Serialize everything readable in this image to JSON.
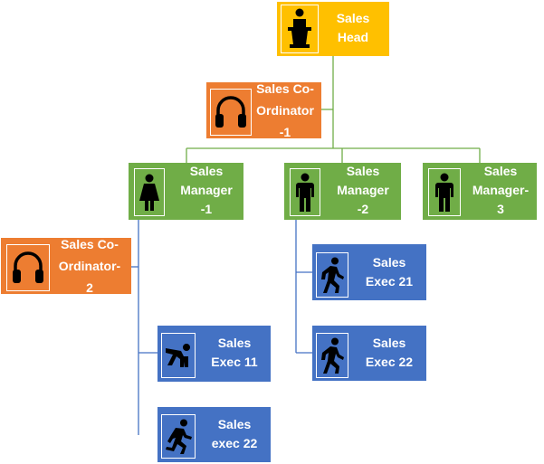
{
  "colors": {
    "head": "#FFC000",
    "coordinator": "#ED7D31",
    "manager": "#70AD47",
    "exec": "#4472C4",
    "connector_green": "#70AD47",
    "connector_blue": "#4472C4"
  },
  "nodes": {
    "sales_head": {
      "label": "Sales\nHead",
      "icon": "podium-speaker-icon"
    },
    "coordinator_1": {
      "label": "Sales Co-\nOrdinator\n-1",
      "icon": "headphones-icon"
    },
    "manager_1": {
      "label": "Sales\nManager\n-1",
      "icon": "woman-icon"
    },
    "manager_2": {
      "label": "Sales\nManager\n-2",
      "icon": "man-icon"
    },
    "manager_3": {
      "label": "Sales\nManager-\n3",
      "icon": "man-icon"
    },
    "coordinator_2": {
      "label": "Sales Co-\nOrdinator-\n2",
      "icon": "headphones-icon"
    },
    "exec_21": {
      "label": "Sales\nExec 21",
      "icon": "walking-person-icon"
    },
    "exec_22_m2": {
      "label": "Sales\nExec 22",
      "icon": "walking-person-icon"
    },
    "exec_11": {
      "label": "Sales\nExec 11",
      "icon": "sprinter-start-icon"
    },
    "exec_22_m1": {
      "label": "Sales\nexec 22",
      "icon": "running-person-icon"
    }
  }
}
